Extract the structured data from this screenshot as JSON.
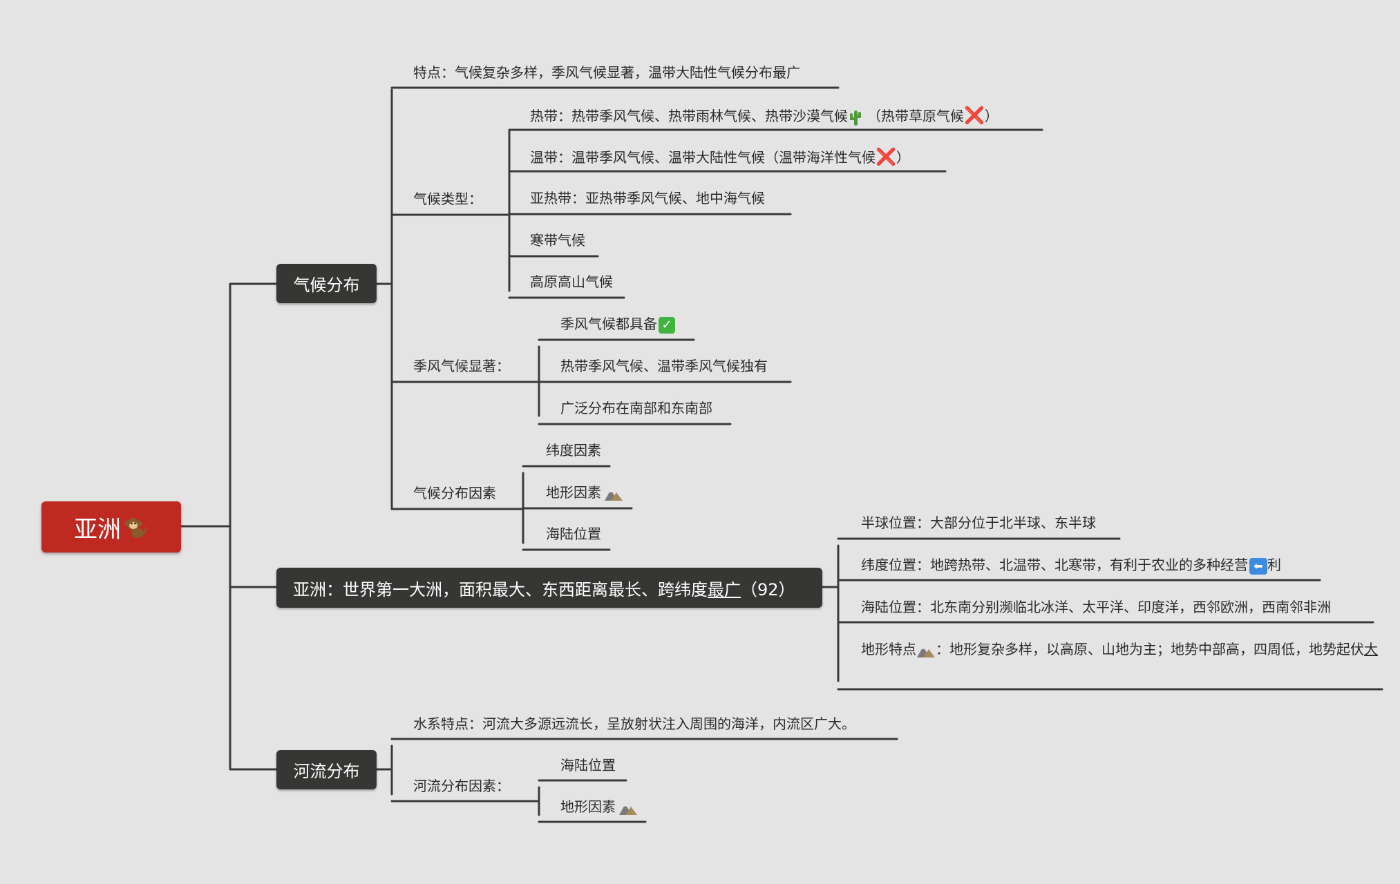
{
  "root": {
    "label": "亚洲",
    "icon": "monkey-icon"
  },
  "climate": {
    "label": "气候分布",
    "feature": "特点：气候复杂多样，季风气候显著，温带大陆性气候分布最广",
    "types": {
      "label": "气候类型：",
      "tropical": {
        "text": "热带：热带季风气候、热带雨林气候、热带沙漠气候",
        "icon": "cactus-icon",
        "note": "（热带草原气候",
        "mark": "❌",
        "close": "）"
      },
      "temperate": {
        "text": "温带：温带季风气候、温带大陆性气候（温带海洋性气候",
        "mark": "❌",
        "close": "）"
      },
      "subtropical": "亚热带：亚热带季风气候、地中海气候",
      "frigid": "寒带气候",
      "highland": "高原高山气候"
    },
    "monsoon": {
      "label": "季风气候显著：",
      "items": [
        "季风气候都具备",
        "热带季风气候、温带季风气候独有",
        "广泛分布在南部和东南部"
      ],
      "check": "✓"
    },
    "factors": {
      "label": "气候分布因素",
      "items": [
        "纬度因素",
        "地形因素",
        "海陆位置"
      ],
      "terrain_icon": "mountain-icon"
    }
  },
  "asia": {
    "label_main": "亚洲：世界第一大洲，面积最大、东西距离最长、跨纬度",
    "label_underlined": "最广",
    "label_tail": "（92）",
    "hemisphere": "半球位置：大部分位于北半球、东半球",
    "latitude": {
      "text": "纬度位置：地跨热带、北温带、北寒带，有利于农业的多种经营",
      "arrow": "⬅",
      "tail": "利"
    },
    "sea_land": "海陆位置：北东南分别濒临北冰洋、太平洋、印度洋，西邻欧洲，西南邻非洲",
    "terrain": {
      "head": "地形特点",
      "icon": "mountain-icon",
      "text": "：地形复杂多样，以高原、山地为主；地势中部高，四周低，地势起伏",
      "underlined": "大"
    }
  },
  "rivers": {
    "label": "河流分布",
    "feature": "水系特点：河流大多源远流长，呈放射状注入周围的海洋，内流区广大。",
    "factors": {
      "label": "河流分布因素：",
      "items": [
        "海陆位置",
        "地形因素"
      ],
      "terrain_icon": "mountain-icon"
    }
  },
  "colors": {
    "root": "#be2a22",
    "main": "#363634",
    "line": "#3a3a3a",
    "background": "#e4e4e4"
  }
}
